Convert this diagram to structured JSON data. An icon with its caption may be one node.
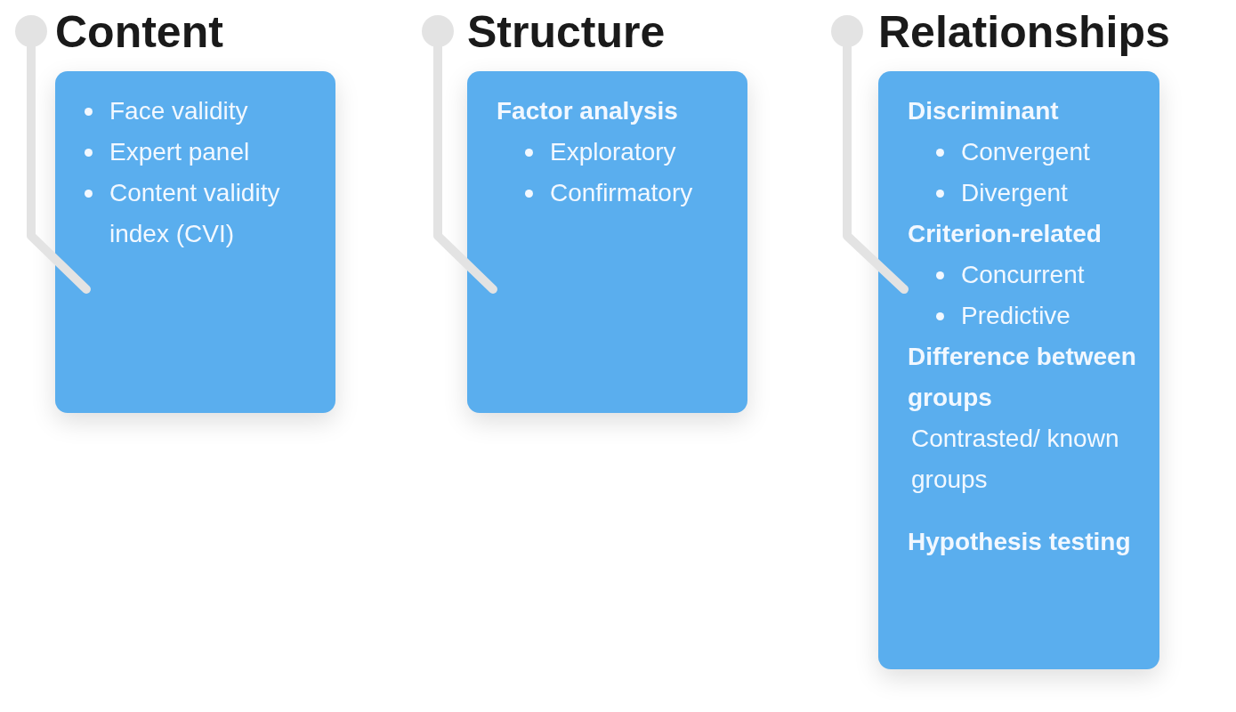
{
  "diagram": {
    "nodes": [
      {
        "text": [
          "Content",
          "Face validity",
          "Expert panel",
          "Content validity index (CVI)"
        ]
      },
      {
        "text": [
          "Structure",
          "Factor analysis",
          "Exploratory",
          "Confirmatory"
        ]
      },
      {
        "text": [
          "Relationships",
          "Discriminant",
          "Convergent",
          "Divergent",
          "Criterion-related",
          "Concurrent",
          "Predictive",
          "Difference between groups",
          "Contrasted/ known groups",
          "Hypothesis testing"
        ]
      }
    ]
  }
}
